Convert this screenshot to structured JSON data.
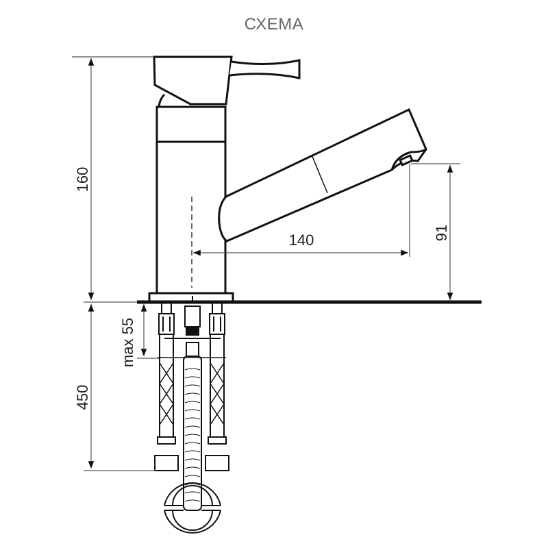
{
  "title": "СХЕМА",
  "dimensions": {
    "total_height": "160",
    "spout_height": "91",
    "spout_reach": "140",
    "hose_length": "450",
    "max_thickness": "max 55"
  },
  "colors": {
    "line": "#111111",
    "dim_line": "#555555",
    "title": "#666666",
    "background": "#ffffff"
  }
}
